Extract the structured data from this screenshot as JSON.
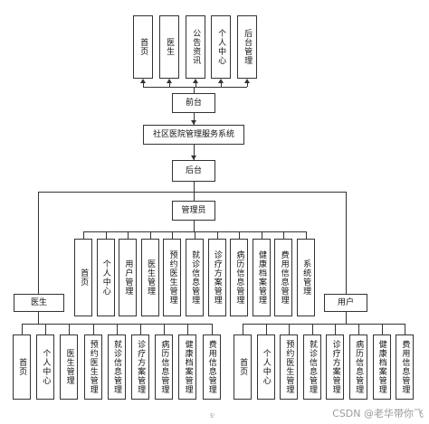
{
  "diagram": {
    "frontend": {
      "modules": [
        "首页",
        "医生",
        "公告资讯",
        "个人中心",
        "后台管理"
      ],
      "label": "前台"
    },
    "system": "社区医院管理服务系统",
    "backend": "后台",
    "admin": {
      "label": "管理员",
      "modules": [
        "首页",
        "个人中心",
        "用户管理",
        "医生管理",
        "预约医生管理",
        "就诊信息管理",
        "诊疗方案管理",
        "病历信息管理",
        "健康档案管理",
        "费用信息管理",
        "系统管理"
      ]
    },
    "doctor": {
      "label": "医生",
      "modules": [
        "首页",
        "个人中心",
        "医生管理",
        "预约医生管理",
        "就诊信息管理",
        "诊疗方案管理",
        "病历信息管理",
        "健康档案管理",
        "费用信息管理"
      ]
    },
    "user": {
      "label": "用户",
      "modules": [
        "首页",
        "个人中心",
        "预约医生管理",
        "就诊信息管理",
        "诊疗方案管理",
        "病历信息管理",
        "健康档案管理",
        "费用信息管理"
      ]
    }
  },
  "footer": {
    "page_mark": "5'",
    "watermark": "CSDN @老华带你飞"
  }
}
